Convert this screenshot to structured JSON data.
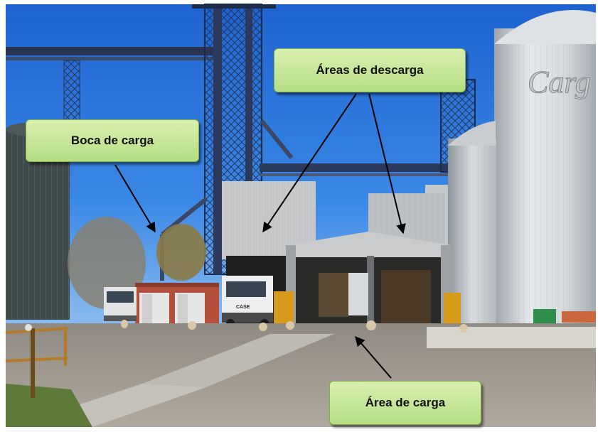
{
  "labels": {
    "loading_mouth": "Boca de carga",
    "unloading_areas": "Áreas de descarga",
    "loading_area": "Área de carga"
  },
  "truck_cab_text": "CASE",
  "silo_logo_text": "Carg",
  "colors": {
    "sky": "#2f7be0",
    "callout_fill": "#c4e59b",
    "callout_border": "#7fae4a",
    "silo_metal": "#cfd3d6",
    "gravel": "#a49d93",
    "arrow": "#000000"
  }
}
